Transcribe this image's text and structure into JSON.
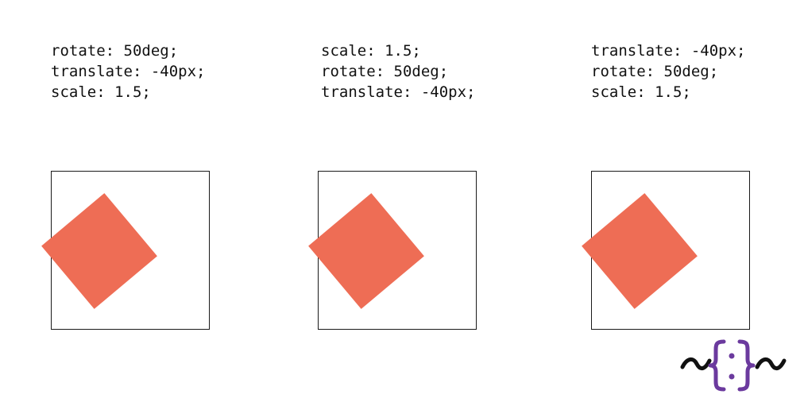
{
  "colors": {
    "square": "#ee6d55",
    "frame": "#1a1a1a",
    "logo_braces": "#6b3a9e",
    "logo_tildes": "#111111"
  },
  "panels": [
    {
      "lines": [
        "rotate: 50deg;",
        "translate: -40px;",
        "scale: 1.5;"
      ]
    },
    {
      "lines": [
        "scale: 1.5;",
        "rotate: 50deg;",
        "translate: -40px;"
      ]
    },
    {
      "lines": [
        "translate: -40px;",
        "rotate: 50deg;",
        "scale: 1.5;"
      ]
    }
  ],
  "logo": {
    "name": "curly-braces-logo-icon"
  }
}
